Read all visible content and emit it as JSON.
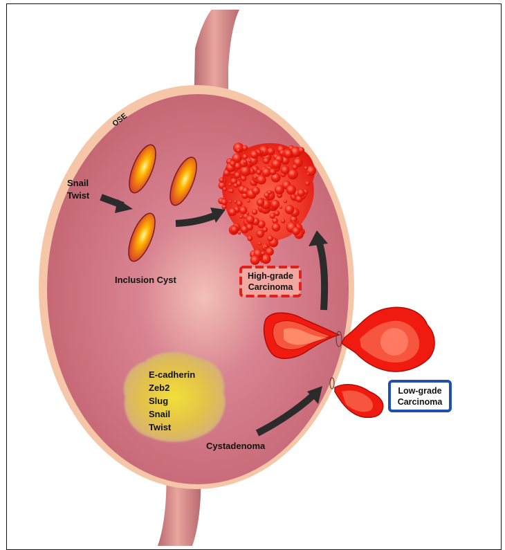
{
  "labels": {
    "ose": "OSE",
    "inclusion_inducers": [
      "Snail",
      "Twist"
    ],
    "inclusion_cyst": "Inclusion Cyst",
    "high_grade": [
      "High-grade",
      "Carcinoma"
    ],
    "low_grade": [
      "Low-grade",
      "Carcinoma"
    ],
    "cystadenoma": "Cystadenoma",
    "cystadenoma_markers": [
      "E-cadherin",
      "Zeb2",
      "Slug",
      "Snail",
      "Twist"
    ]
  },
  "colors": {
    "ovary_fill": "#c96677",
    "ovary_center": "#f2b8b0",
    "ose_border": "#f6c6a8",
    "tube": "#d98a8a",
    "arrow": "#2b2b2b",
    "carcinoma_red": "#f01a10",
    "high_grade_box": "#e0201a",
    "low_grade_box": "#1f4fb0",
    "cystadenoma_yellow": "#e6c840"
  }
}
